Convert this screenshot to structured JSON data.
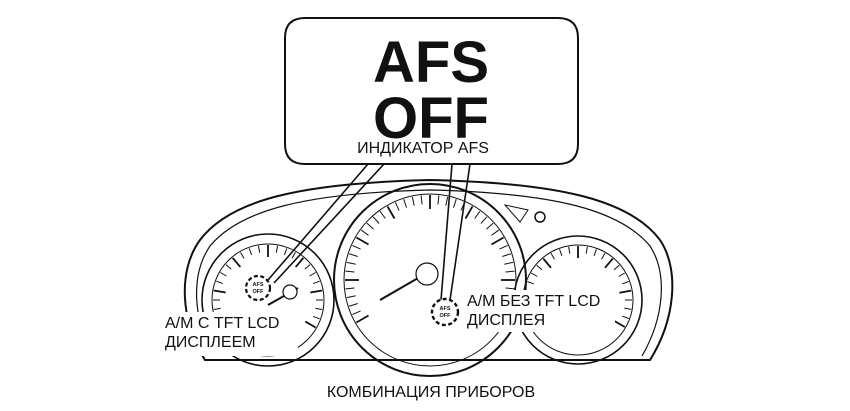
{
  "callout": {
    "line1": "AFS",
    "line2": "OFF",
    "caption": "ИНДИКАТОР AFS"
  },
  "indicator_left": {
    "line1": "AFS",
    "line2": "OFF"
  },
  "indicator_center": {
    "line1": "AFS",
    "line2": "OFF"
  },
  "label_left": {
    "line1": "А/М С TFT LCD",
    "line2": "ДИСПЛЕЕМ"
  },
  "label_right": {
    "line1": "А/М БЕЗ TFT LCD",
    "line2": "ДИСПЛЕЯ"
  },
  "bottom_caption": "КОМБИНАЦИЯ ПРИБОРОВ",
  "colors": {
    "ink": "#111111",
    "background": "#ffffff"
  }
}
